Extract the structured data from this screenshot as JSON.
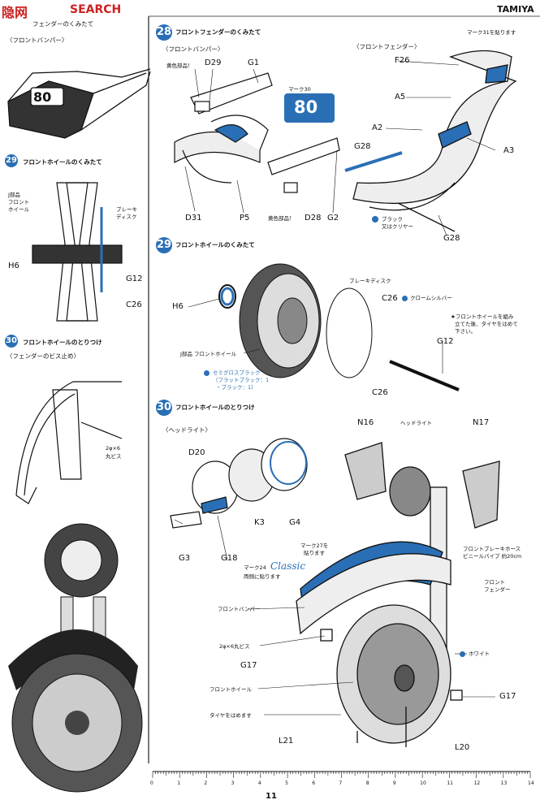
{
  "header": {
    "watermark_cn": "隐网",
    "watermark_en": "SEARCH",
    "brand": "TAMIYA"
  },
  "left_panel": {
    "s29": {
      "num": "29",
      "title": "フロントホイールのくみたて"
    },
    "s30": {
      "num": "30",
      "title": "フロントホイールのとりつけ",
      "sub": "〈フェンダーのビス止め〉"
    },
    "top_caption": "フェンダーのくみたて",
    "top_sub": "〈フロントバンパー〉",
    "bumper_number": "80",
    "labels": {
      "j_part_1": "J部品",
      "j_part_2": "フロント",
      "j_part_3": "ホイール",
      "brake_1": "ブレーキ",
      "brake_2": "ディスク",
      "h6": "H6",
      "g12": "G12",
      "c26": "C26",
      "screw_1": "2φ×6",
      "screw_2": "丸ビス"
    }
  },
  "step28": {
    "num": "28",
    "title": "フロントフェンダーのくみたて",
    "sub_bumper": "〈フロントバンパー〉",
    "sub_fender": "〈フロントフェンダー〉",
    "mark30": "マーク30",
    "mark80": "80",
    "mark31": "マーク31を貼ります",
    "labels": {
      "yellow1": "黄色部品！",
      "d29": "D29",
      "g1": "G1",
      "d31": "D31",
      "p5": "P5",
      "yellow2": "黄色部品！",
      "d28": "D28",
      "g2": "G2",
      "f26": "F26",
      "a5": "A5",
      "a2": "A2",
      "a3": "A3",
      "g28a": "G28",
      "g28b": "G28",
      "black1": "ブラック",
      "black2": "又はクリヤー"
    }
  },
  "step29": {
    "num": "29",
    "title": "フロントホイールのくみたて",
    "labels": {
      "h6": "H6",
      "brake_disc": "ブレーキディスク",
      "c26a": "C26",
      "chrome": "クロームシルバー",
      "note_1": "★フロントホイールを組み",
      "note_2": "立てた後、タイヤをはめて",
      "note_3": "下さい。",
      "g12": "G12",
      "j_wheel": "J部品 フロントホイール",
      "semigloss_1": "セミグロスブラック",
      "semigloss_2": "（フラットブラック：1",
      "semigloss_3": "・ブラック：1）",
      "c26b": "C26"
    }
  },
  "step30": {
    "num": "30",
    "title": "フロントホイールのとりつけ",
    "sub": "〈ヘッドライト〉",
    "labels": {
      "n16": "N16",
      "headlight": "ヘッドライト",
      "n17": "N17",
      "d20": "D20",
      "g3": "G3",
      "g18": "G18",
      "k3": "K3",
      "g4": "G4",
      "mark27_1": "マーク27を",
      "mark27_2": "貼ります",
      "mark24": "マーク24",
      "classic": "Classic",
      "both_sides": "両側に貼ります",
      "brake_hose_1": "フロントブレーキホース",
      "brake_hose_2": "ビニールパイプ 約20cm",
      "front_fender_1": "フロント",
      "front_fender_2": "フェンダー",
      "front_bumper": "フロントバンパー",
      "screw": "2φ×6丸ビス",
      "white": "ホワイト",
      "g17a": "G17",
      "front_wheel": "フロントホイール",
      "tire": "タイヤをはめます",
      "g17b": "G17",
      "l21": "L21",
      "l20": "L20"
    }
  },
  "ruler": {
    "ticks": [
      "0",
      "1",
      "2",
      "3",
      "4",
      "5",
      "6",
      "7",
      "8",
      "9",
      "10",
      "11",
      "12",
      "13",
      "14"
    ],
    "page": "11"
  },
  "colors": {
    "accent": "#2a6fb5",
    "ink": "#111111"
  }
}
